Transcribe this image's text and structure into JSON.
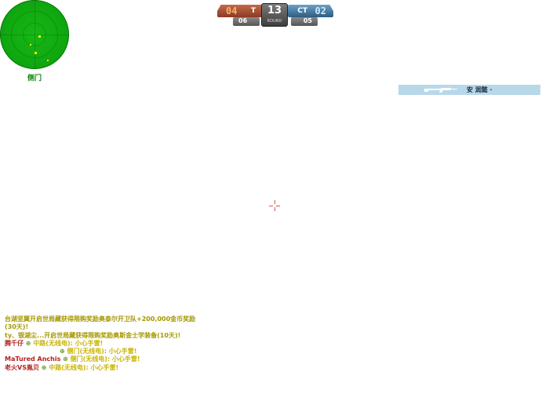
{
  "radar": {
    "location_label": "侧门",
    "colors": {
      "bg": "#10a810",
      "blip": "#f5f000"
    }
  },
  "scoreboard": {
    "t_score": "04",
    "t_label": "T",
    "ct_score": "02",
    "ct_label": "CT",
    "round_number": "13",
    "round_label": "ROUND",
    "t_alive": "06",
    "ct_alive": "05",
    "colors": {
      "t": "#a84a2e",
      "ct": "#4a80a8"
    }
  },
  "killfeed": {
    "weapon_icon": "rifle-icon",
    "victim": "安 润懿 ·"
  },
  "chat": {
    "lines": [
      {
        "text": "台湖坚翼开启世局藏获得限购奖励奥泰尔开卫队+200,000金币奖励"
      },
      {
        "text": "(30天)!"
      },
      {
        "text": "ty、银湖尘...开启世局藏获得限购奖励奥斯金士学装备(10天)!"
      },
      {
        "name": "腾千仔",
        "msg": "中路(无线电): 小心手雷!"
      },
      {
        "name": "",
        "msg": "侧门(无线电): 小心手雷!"
      },
      {
        "name": "MaTured  Anchis",
        "msg": "侧门(无线电): 小心手雷!"
      },
      {
        "name": "老火VS胤贝",
        "msg": "中路(无线电): 小心手雷!"
      }
    ]
  }
}
